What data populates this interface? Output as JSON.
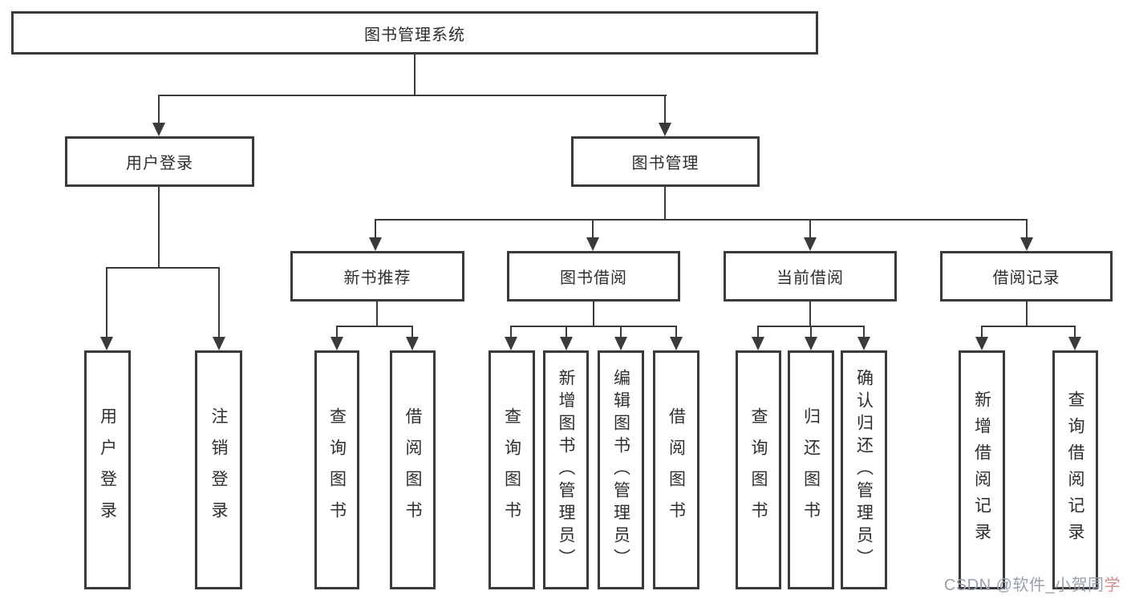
{
  "diagram": {
    "root": {
      "label": "图书管理系统"
    },
    "level2": [
      {
        "label": "用户登录"
      },
      {
        "label": "图书管理"
      }
    ],
    "level3": [
      {
        "label": "新书推荐"
      },
      {
        "label": "图书借阅"
      },
      {
        "label": "当前借阅"
      },
      {
        "label": "借阅记录"
      }
    ],
    "leaves": {
      "user": [
        {
          "label": "用户登录"
        },
        {
          "label": "注销登录"
        }
      ],
      "newbook": [
        {
          "label": "查询图书"
        },
        {
          "label": "借阅图书"
        }
      ],
      "borrow": [
        {
          "label": "查询图书"
        },
        {
          "label": "新增图书（管理员）"
        },
        {
          "label": "编辑图书（管理员）"
        },
        {
          "label": "借阅图书"
        }
      ],
      "current": [
        {
          "label": "查询图书"
        },
        {
          "label": "归还图书"
        },
        {
          "label": "确认归还（管理员）"
        }
      ],
      "record": [
        {
          "label": "新增借阅记录"
        },
        {
          "label": "查询借阅记录"
        }
      ]
    },
    "colors": {
      "line": "#3a3a3a",
      "text": "#2e2e2e",
      "watermark_gray": "#98a0ab",
      "watermark_accent": "#d98c8c"
    },
    "watermark": {
      "prefix": "CSDN @软件_小贺同",
      "suffix": "学"
    }
  }
}
